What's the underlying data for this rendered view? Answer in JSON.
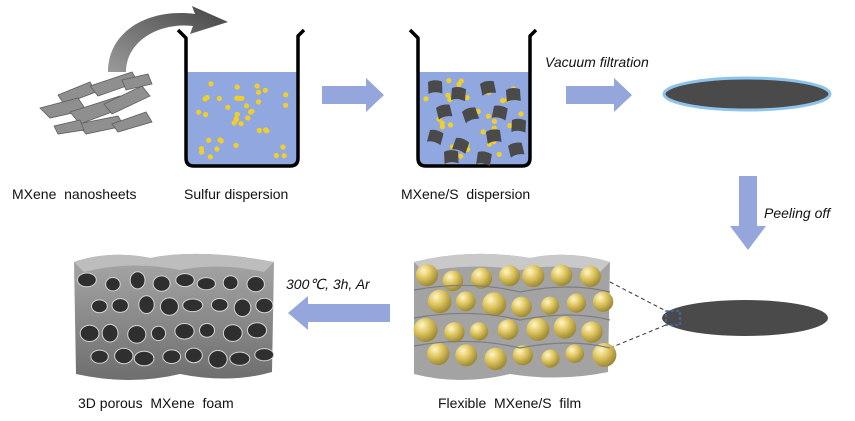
{
  "labels": {
    "mxene_nanosheets": "MXene  nanosheets",
    "sulfur_dispersion": "Sulfur dispersion",
    "mxene_s_dispersion": "MXene/S  dispersion",
    "vacuum_filtration": "Vacuum filtration",
    "peeling_off": "Peeling off",
    "conditions": "300℃, 3h, Ar",
    "flexible_film": "Flexible  MXene/S  film",
    "porous_foam": "3D porous  MXene  foam"
  },
  "colors": {
    "liquid": "#90a8df",
    "sulfur": "#f2cf27",
    "arrow": "#94a6db",
    "film": "#4a4a4a",
    "film_rim": "#8ec4ec",
    "foam": "#8c8c8c",
    "sphere": "#d8c36a"
  }
}
